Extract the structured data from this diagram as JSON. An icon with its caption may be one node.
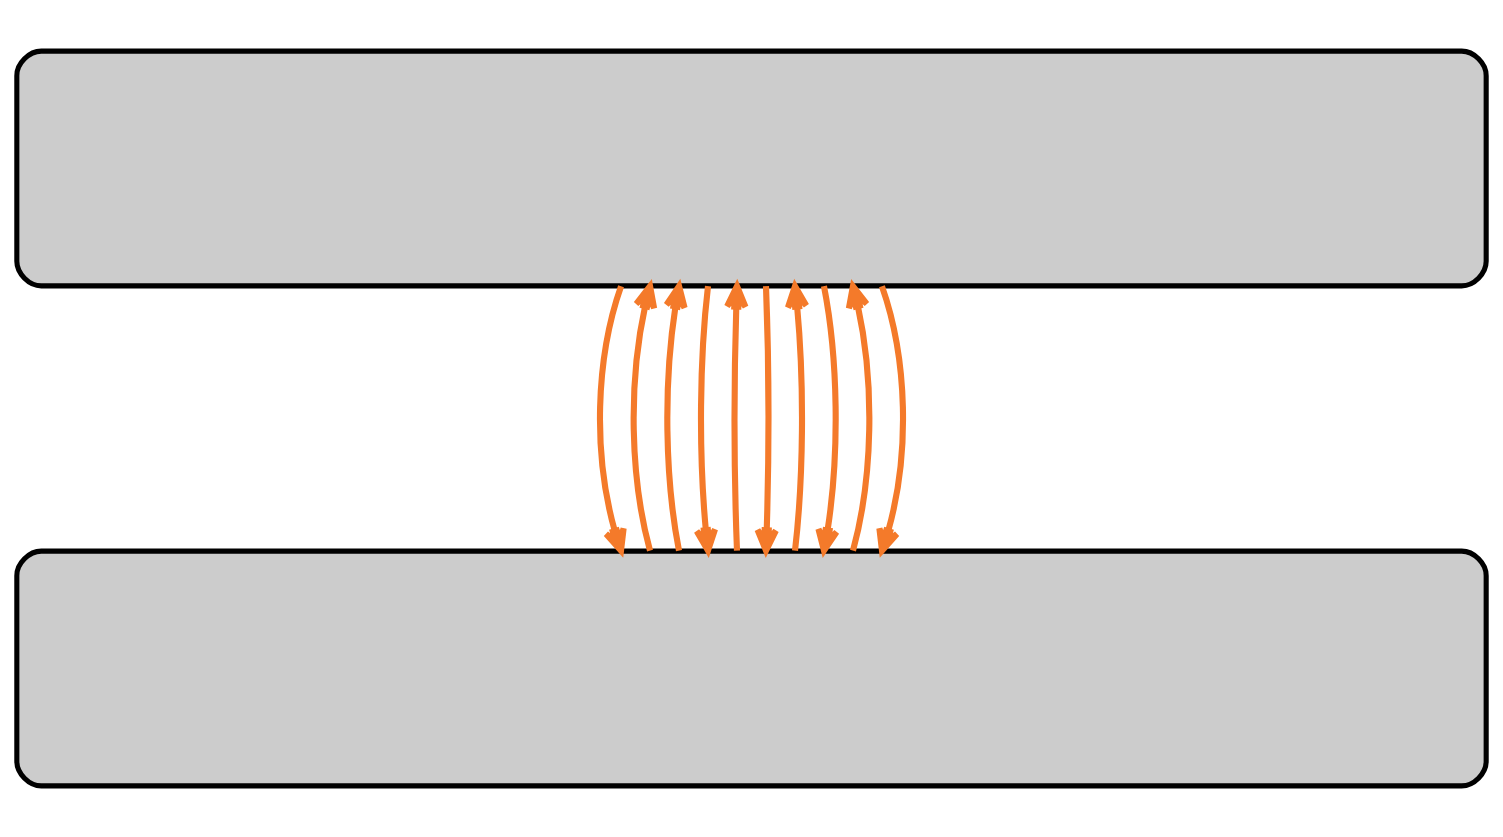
{
  "diagram": {
    "nodes": [
      {
        "text": [],
        "shape": "box"
      },
      {
        "text": [],
        "shape": "box"
      }
    ],
    "edges": [
      {
        "from": 1,
        "to": 0,
        "arrow": "to"
      },
      {
        "from": 0,
        "to": 1,
        "arrow": "to"
      },
      {
        "from": 1,
        "to": 0,
        "arrow": "to"
      },
      {
        "from": 0,
        "to": 1,
        "arrow": "to"
      },
      {
        "from": 1,
        "to": 0,
        "arrow": "to"
      },
      {
        "from": 0,
        "to": 1,
        "arrow": "to"
      },
      {
        "from": 1,
        "to": 0,
        "arrow": "to"
      },
      {
        "from": 0,
        "to": 1,
        "arrow": "to"
      },
      {
        "from": 1,
        "to": 0,
        "arrow": "to"
      },
      {
        "from": 0,
        "to": 1,
        "arrow": "to"
      }
    ]
  }
}
